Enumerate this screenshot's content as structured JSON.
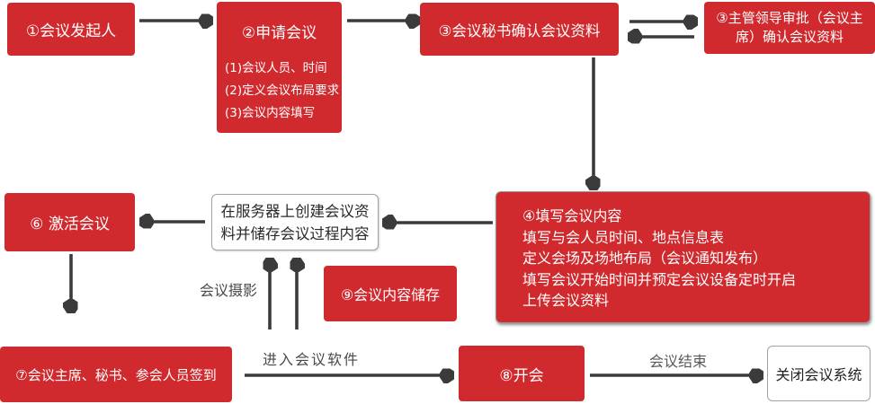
{
  "colors": {
    "box_red": "#d02a2e",
    "arrow": "#3b3b3b",
    "label_gray": "#4a4a4a",
    "white_node_border": "#a3a3a3"
  },
  "nodes": {
    "initiator": {
      "label": "①会议发起人"
    },
    "apply": {
      "title": "②申请会议",
      "items": [
        "(1)会议人员、时间",
        "(2)定义会议布局要求",
        "(3)会议内容填写"
      ]
    },
    "secretary_confirm": {
      "label": "③会议秘书确认会议资料"
    },
    "leader_approve": {
      "label": "③主管领导审批（会议主席）确认会议资料"
    },
    "fill_content": {
      "lines": [
        "④填写会议内容",
        "填写与会人员时间、地点信息表",
        "定义会场及场地布局（会议通知发布）",
        "填写会议开始时间并预定会议设备定时开启",
        "上传会议资料"
      ]
    },
    "server_store": {
      "label": "在服务器上创建会议资料并储存会议过程内容"
    },
    "activate": {
      "label": "⑥ 激活会议"
    },
    "sign_in": {
      "label": "⑦会议主席、秘书、参会人员签到"
    },
    "content_store": {
      "label": "⑨会议内容储存"
    },
    "hold_meeting": {
      "label": "⑧开会"
    },
    "close_system": {
      "label": "关闭会议系统"
    }
  },
  "edge_labels": {
    "photography": "会议摄影",
    "enter_software": "进入会议软件",
    "meeting_end": "会议结束"
  }
}
